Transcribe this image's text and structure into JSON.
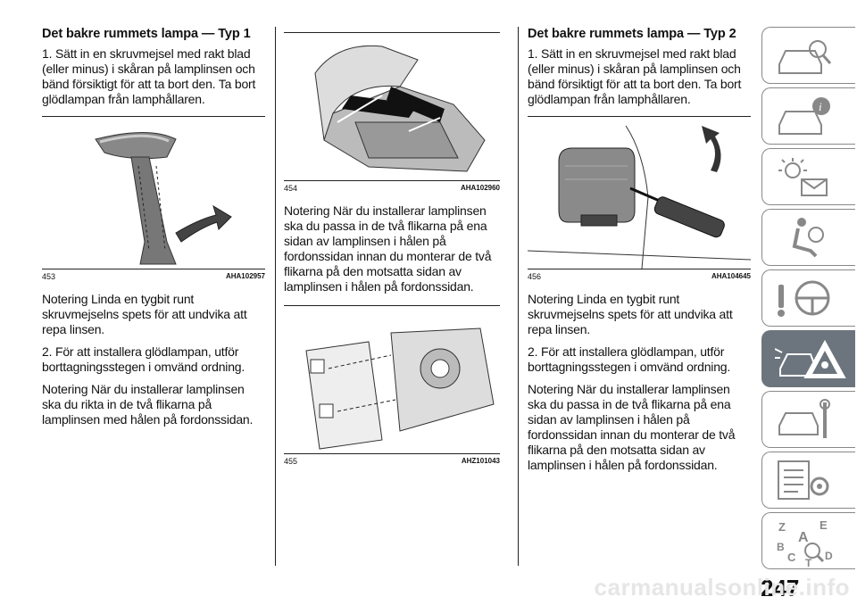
{
  "col1": {
    "heading": "Det bakre rummets lampa — Typ 1",
    "step1": "1. Sätt in en skruvmejsel med rakt blad (eller minus) i skåran på lamplinsen och bänd försiktigt för att ta bort den. Ta bort glödlampan från lamphållaren.",
    "fig": {
      "num": "453",
      "code": "AHA102957"
    },
    "note1": "Notering Linda en tygbit runt skruvmejselns spets för att undvika att repa linsen.",
    "step2": "2. För att installera glödlampan, utför borttagningsstegen i omvänd ordning.",
    "note2": "Notering När du installerar lamplinsen ska du rikta in de två flikarna på lamplinsen med hålen på fordonssidan."
  },
  "col2": {
    "fig1": {
      "num": "454",
      "code": "AHA102960"
    },
    "note": "Notering När du installerar lamplinsen ska du passa in de två flikarna på ena sidan av lamplinsen i hålen på fordonssidan innan du monterar de två flikarna på den motsatta sidan av lamplinsen i hålen på fordonssidan.",
    "fig2": {
      "num": "455",
      "code": "AHZ101043"
    }
  },
  "col3": {
    "heading": "Det bakre rummets lampa — Typ 2",
    "step1": "1. Sätt in en skruvmejsel med rakt blad (eller minus) i skåran på lamplinsen och bänd försiktigt för att ta bort den. Ta bort glödlampan från lamphållaren.",
    "fig": {
      "num": "456",
      "code": "AHA104645"
    },
    "note1": "Notering Linda en tygbit runt skruvmejselns spets för att undvika att repa linsen.",
    "step2": "2. För att installera glödlampan, utför borttagningsstegen i omvänd ordning.",
    "note2": "Notering När du installerar lamplinsen ska du passa in de två flikarna på ena sidan av lamplinsen i hålen på fordonssidan innan du monterar de två flikarna på den motsatta sidan av lamplinsen i hålen på fordonssidan."
  },
  "sidebar": {
    "tabs": [
      {
        "icon": "car-search-icon"
      },
      {
        "icon": "car-info-icon"
      },
      {
        "icon": "warning-lights-message-icon"
      },
      {
        "icon": "airbag-seat-icon"
      },
      {
        "icon": "key-steering-wheel-icon"
      },
      {
        "icon": "car-breakdown-warning-icon",
        "active": true
      },
      {
        "icon": "car-maintenance-icon"
      },
      {
        "icon": "specifications-list-icon"
      },
      {
        "icon": "alphabetical-index-icon",
        "letters": [
          "Z",
          "E",
          "A",
          "B",
          "C",
          "T",
          "D"
        ]
      }
    ]
  },
  "page_number": "247",
  "watermark": "carmanualsonline.info"
}
